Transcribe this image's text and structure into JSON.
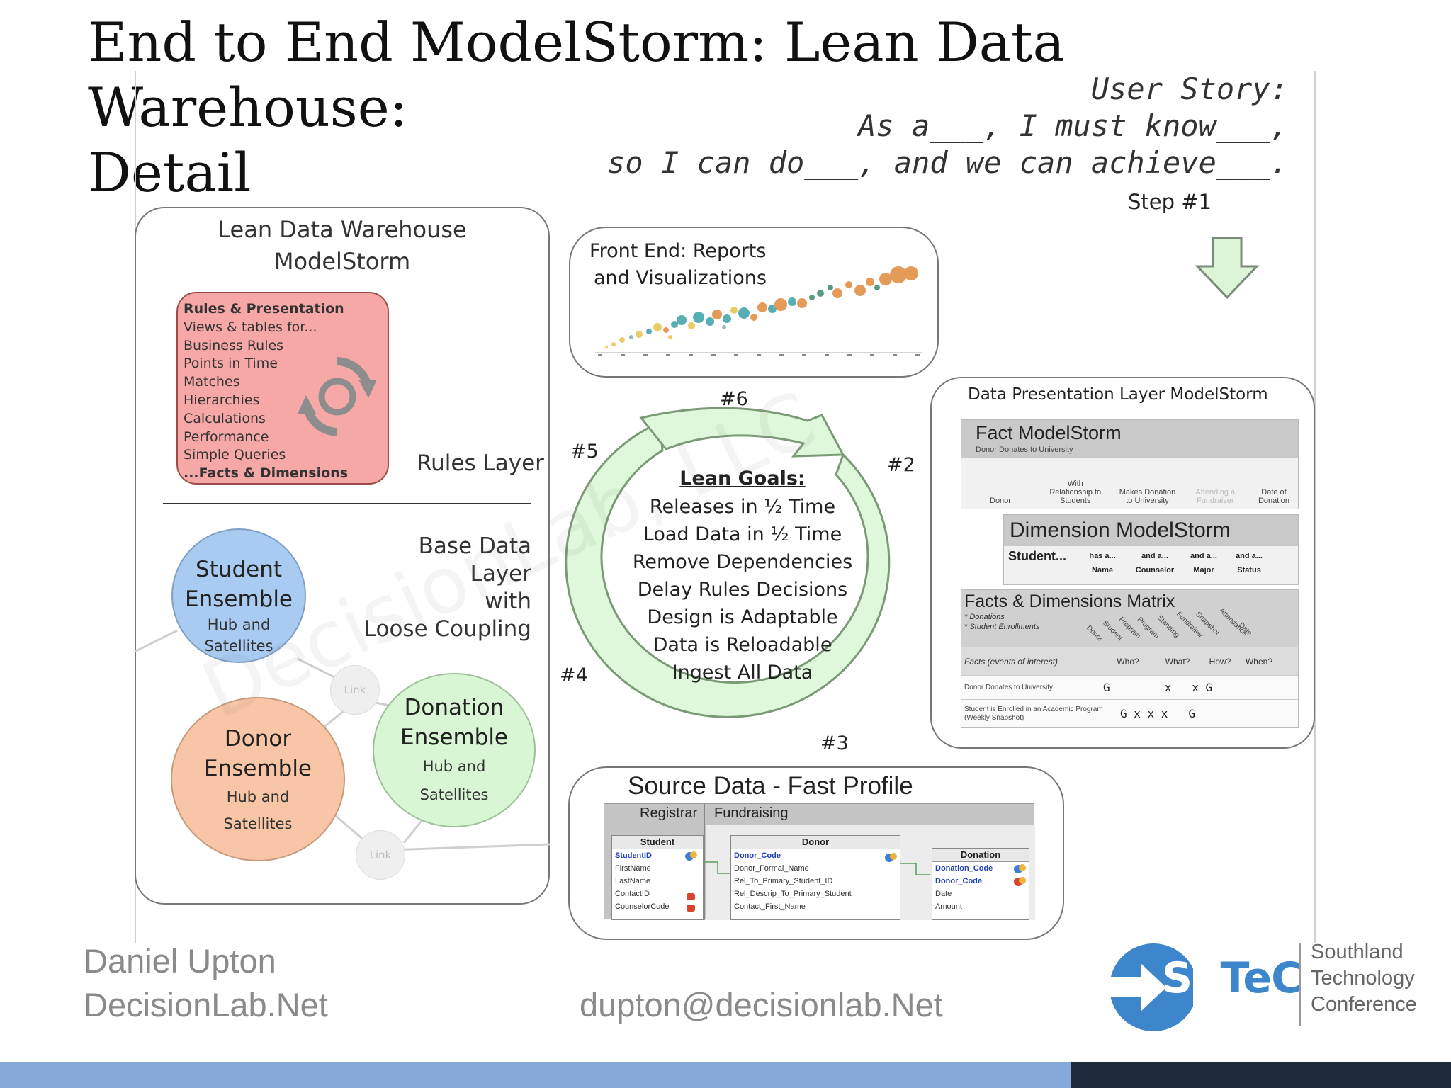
{
  "title": {
    "line1": "End to End ModelStorm: Lean Data Warehouse:",
    "line2": "Detail"
  },
  "user_story": {
    "heading": "User Story:",
    "line1": "As a___, I must know___,",
    "line2": "so I can do___, and we can achieve___."
  },
  "step1_label": "Step #1",
  "rules_panel": {
    "title_line1": "Lean Data Warehouse",
    "title_line2": "ModelStorm",
    "rules_items": [
      "Rules & Presentation",
      "Views & tables for...",
      "Business Rules",
      "Points in Time",
      "Matches",
      "Hierarchies",
      "Calculations",
      "Performance",
      "Simple Queries",
      "...Facts & Dimensions"
    ],
    "rules_layer_label": "Rules Layer",
    "base_layer": {
      "line1": "Base Data Layer",
      "line2": "with",
      "line3": "Loose Coupling"
    },
    "student_ensemble": {
      "name1": "Student",
      "name2": "Ensemble",
      "sub1": "Hub and",
      "sub2": "Satellites"
    },
    "donor_ensemble": {
      "name1": "Donor",
      "name2": "Ensemble",
      "sub1": "Hub and",
      "sub2": "Satellites"
    },
    "donation_ensemble": {
      "name1": "Donation",
      "name2": "Ensemble",
      "sub1": "Hub and",
      "sub2": "Satellites"
    },
    "link_label": "Link"
  },
  "front_end": {
    "line1": "Front End: Reports",
    "line2": "and Visualizations"
  },
  "cycle": {
    "labels": {
      "n2": "#2",
      "n3": "#3",
      "n4": "#4",
      "n5": "#5",
      "n6": "#6"
    },
    "lean_goals_title": "Lean Goals:",
    "lean_goals": [
      "Releases in ½ Time",
      "Load Data in ½ Time",
      "Remove Dependencies",
      "Delay Rules Decisions",
      "Design is Adaptable",
      "Data is Reloadable",
      "Ingest All Data"
    ]
  },
  "data_presentation": {
    "title": "Data Presentation Layer ModelStorm",
    "fact_title": "Fact ModelStorm",
    "fact_sub": "Donor Donates to University",
    "fact_cols": [
      "Donor",
      "With Relationship to Students",
      "Makes Donation to University",
      "Attending a Fundraiser",
      "Date of Donation"
    ],
    "dim_title": "Dimension ModelStorm",
    "dim_lead": "Student...",
    "dim_cols": [
      {
        "top": "has a...",
        "bottom": "Name"
      },
      {
        "top": "and a...",
        "bottom": "Counselor"
      },
      {
        "top": "and a...",
        "bottom": "Major"
      },
      {
        "top": "and a...",
        "bottom": "Status"
      }
    ],
    "matrix_title": "Facts & Dimensions Matrix",
    "matrix_notes": [
      "* Donations",
      "* Student Enrollments"
    ],
    "matrix_diag_headers": [
      "Donor",
      "Student",
      "Program",
      "Program",
      "Standing",
      "Fundraiser",
      "Snapshot",
      "Attendance",
      "Date"
    ],
    "matrix_header": {
      "facts": "Facts (events of interest)",
      "who": "Who?",
      "what": "What?",
      "how": "How?",
      "when": "When?"
    },
    "matrix_rows": [
      {
        "label": "Donor Donates to University",
        "cells": "G        x   x G"
      },
      {
        "label": "Student is Enrolled in an Academic Program (Weekly Snapshot)",
        "cells": "G x x x   G"
      }
    ]
  },
  "source_data": {
    "title": "Source Data - Fast Profile",
    "tab1": "Registrar",
    "tab2": "Fundraising",
    "student_table": {
      "name": "Student",
      "rows": [
        "StudentID",
        "FirstName",
        "LastName",
        "ContactID",
        "CounselorCode"
      ]
    },
    "donor_table": {
      "name": "Donor",
      "rows": [
        "Donor_Code",
        "Donor_Formal_Name",
        "Rel_To_Primary_Student_ID",
        "Rel_Descrip_To_Primary_Student",
        "Contact_First_Name"
      ]
    },
    "donation_table": {
      "name": "Donation",
      "rows": [
        "Donation_Code",
        "Donor_Code",
        "Date",
        "Amount"
      ]
    }
  },
  "footer": {
    "author": "Daniel Upton",
    "site": "DecisionLab.Net",
    "email": "dupton@decisionlab.Net",
    "logo_text": "SoTeC",
    "conf_line1": "Southland",
    "conf_line2": "Technology",
    "conf_line3": "Conference"
  },
  "colors": {
    "rules_fill": "#f6a8a6",
    "student_fill": "#a9cbf1",
    "donor_fill": "#f8c5a6",
    "donation_fill": "#d8f5d4",
    "cycle_fill": "#dff7da",
    "footer_blue": "#86a9d9",
    "footer_dark": "#1f2b3d",
    "logo_blue": "#3d86cc"
  }
}
